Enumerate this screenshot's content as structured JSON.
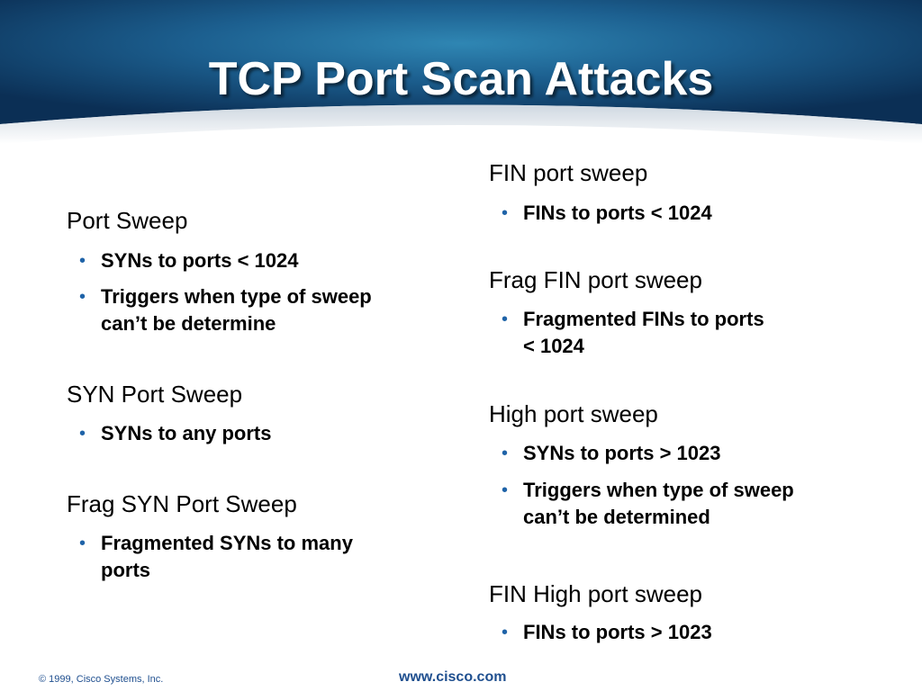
{
  "slide": {
    "title": "TCP Port Scan Attacks",
    "colors": {
      "header_dark": "#0b2f55",
      "header_light": "#2f86b3",
      "bullet_dot": "#1f63a8",
      "footer_text": "#1f4f8f"
    }
  },
  "left_column": {
    "sections": [
      {
        "heading": "Port Sweep",
        "bullets": [
          [
            "SYNs to ports < 1024"
          ],
          [
            "Triggers when type of sweep",
            "can’t be determine"
          ]
        ]
      },
      {
        "heading": "SYN Port Sweep",
        "bullets": [
          [
            "SYNs to any ports"
          ]
        ]
      },
      {
        "heading": "Frag SYN Port Sweep",
        "bullets": [
          [
            "Fragmented SYNs to many",
            "ports"
          ]
        ]
      }
    ]
  },
  "right_column": {
    "sections": [
      {
        "heading": "FIN port sweep",
        "bullets": [
          [
            "FINs to ports < 1024"
          ]
        ]
      },
      {
        "heading": "Frag FIN port sweep",
        "bullets": [
          [
            "Fragmented FINs to ports",
            "< 1024"
          ]
        ]
      },
      {
        "heading": "High port sweep",
        "bullets": [
          [
            "SYNs to ports > 1023"
          ],
          [
            "Triggers when type of sweep",
            "can’t be determined"
          ]
        ]
      },
      {
        "heading": "FIN High port sweep",
        "bullets": [
          [
            "FINs to ports > 1023"
          ]
        ]
      }
    ]
  },
  "footer": {
    "copyright": "© 1999, Cisco Systems, Inc.",
    "url": "www.cisco.com"
  }
}
